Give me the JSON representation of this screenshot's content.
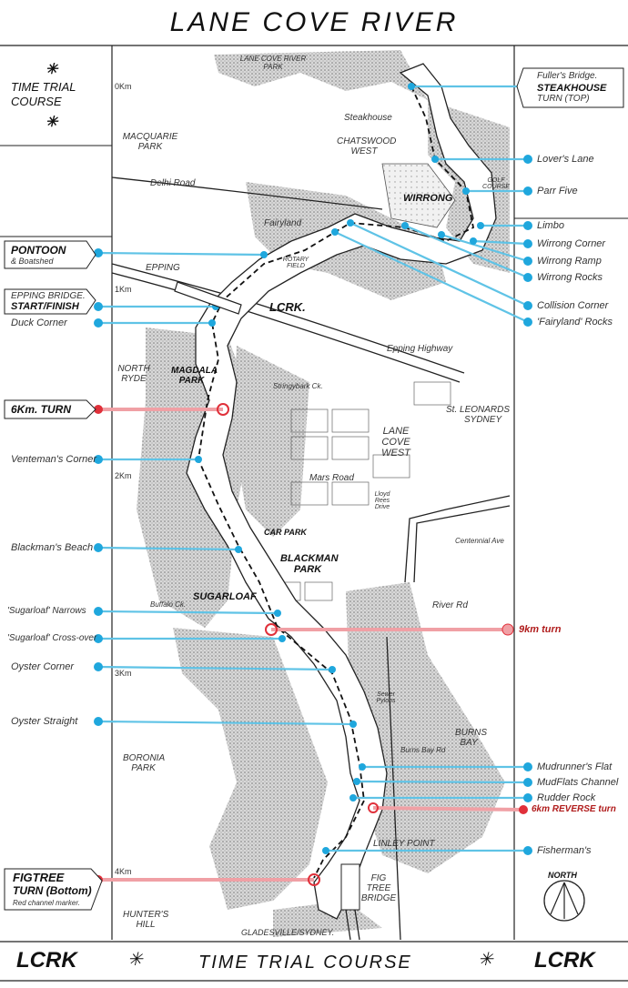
{
  "title": "LANE COVE RIVER",
  "time_trial": {
    "line1": "TIME TRIAL",
    "line2": "COURSE"
  },
  "footer": {
    "left": "LCRK",
    "center": "TIME TRIAL COURSE",
    "right": "LCRK",
    "star": "✳"
  },
  "colors": {
    "blue_marker": "#1fa7dd",
    "red_marker": "#e0303a",
    "red_line": "#f0a0a5",
    "blue_line": "#5fc3e6"
  },
  "km_marks": [
    "0Km",
    "1Km",
    "2Km",
    "3Km",
    "4Km"
  ],
  "left_labels": {
    "pontoon": "PONTOON",
    "pontoon_sub": "& Boatshed",
    "epping_bridge": "EPPING BRIDGE.",
    "start_finish": "START/FINISH",
    "duck_corner": "Duck Corner",
    "six_km_turn": "6Km. TURN",
    "venteman": "Venteman's Corner",
    "blackmans_beach": "Blackman's Beach",
    "sugarloaf_narrows": "'Sugarloaf' Narrows",
    "sugarloaf_crossover": "'Sugarloaf' Cross-over",
    "oyster_corner": "Oyster Corner",
    "oyster_straight": "Oyster Straight",
    "figtree_turn1": "FIGTREE",
    "figtree_turn2": "TURN (Bottom)",
    "figtree_sub": "Red channel marker."
  },
  "right_labels": {
    "fullers": "Fuller's Bridge.",
    "steakhouse_turn": "STEAKHOUSE",
    "turn_top": "TURN (TOP)",
    "lovers_lane": "Lover's Lane",
    "parr_five": "Parr Five",
    "limbo": "Limbo",
    "wirrong_corner": "Wirrong Corner",
    "wirrong_ramp": "Wirrong Ramp",
    "wirrong_rocks": "Wirrong Rocks",
    "collision_corner": "Collision Corner",
    "fairyland_rocks": "'Fairyland' Rocks",
    "nine_km_turn": "9km turn",
    "mudrunners_flat": "Mudrunner's Flat",
    "mudflats_channel": "MudFlats Channel",
    "rudder_rock": "Rudder Rock",
    "six_km_reverse": "6km REVERSE turn",
    "fishermans": "Fisherman's"
  },
  "map_labels": {
    "lane_cove_river_park": "LANE COVE RIVER PARK",
    "macquarie_park": "MACQUARIE PARK",
    "delhi_road": "Delhi Road",
    "steakhouse": "Steakhouse",
    "chatswood_west": "CHATSWOOD WEST",
    "wirrong": "WIRRONG",
    "golf_course": "GOLF COURSE",
    "fairyland": "Fairyland",
    "rotary_field": "ROTARY FIELD",
    "lcrk": "LCRK.",
    "epping": "EPPING",
    "epping_highway": "Epping Highway",
    "north_ryde": "NORTH RYDE",
    "magdala_park": "MAGDALA PARK",
    "stringybark_ck": "Stringybark Ck.",
    "st_leonards": "St. LEONARDS",
    "sydney": "SYDNEY",
    "lane_cove_west": "LANE COVE WEST",
    "mars_road": "Mars Road",
    "lloyd_rees_drive": "Lloyd Rees Drive",
    "car_park": "CAR PARK",
    "blackman_park": "BLACKMAN PARK",
    "centennial_ave": "Centennial Ave",
    "sugarloaf": "SUGARLOAF",
    "buffalo_ck": "Buffalo Ck.",
    "river_rd": "River Rd",
    "sewer_pylons": "Sewer Pylons",
    "burns_bay_rd": "Burns Bay Rd",
    "burns_bay": "BURNS BAY",
    "boronia_park": "BORONIA PARK",
    "linley_point": "LINLEY POINT",
    "fig_tree_bridge": "FIG TREE BRIDGE",
    "north": "NORTH",
    "hunters_hill": "HUNTER'S HILL",
    "gladesville": "GLADESVILLE/SYDNEY."
  }
}
